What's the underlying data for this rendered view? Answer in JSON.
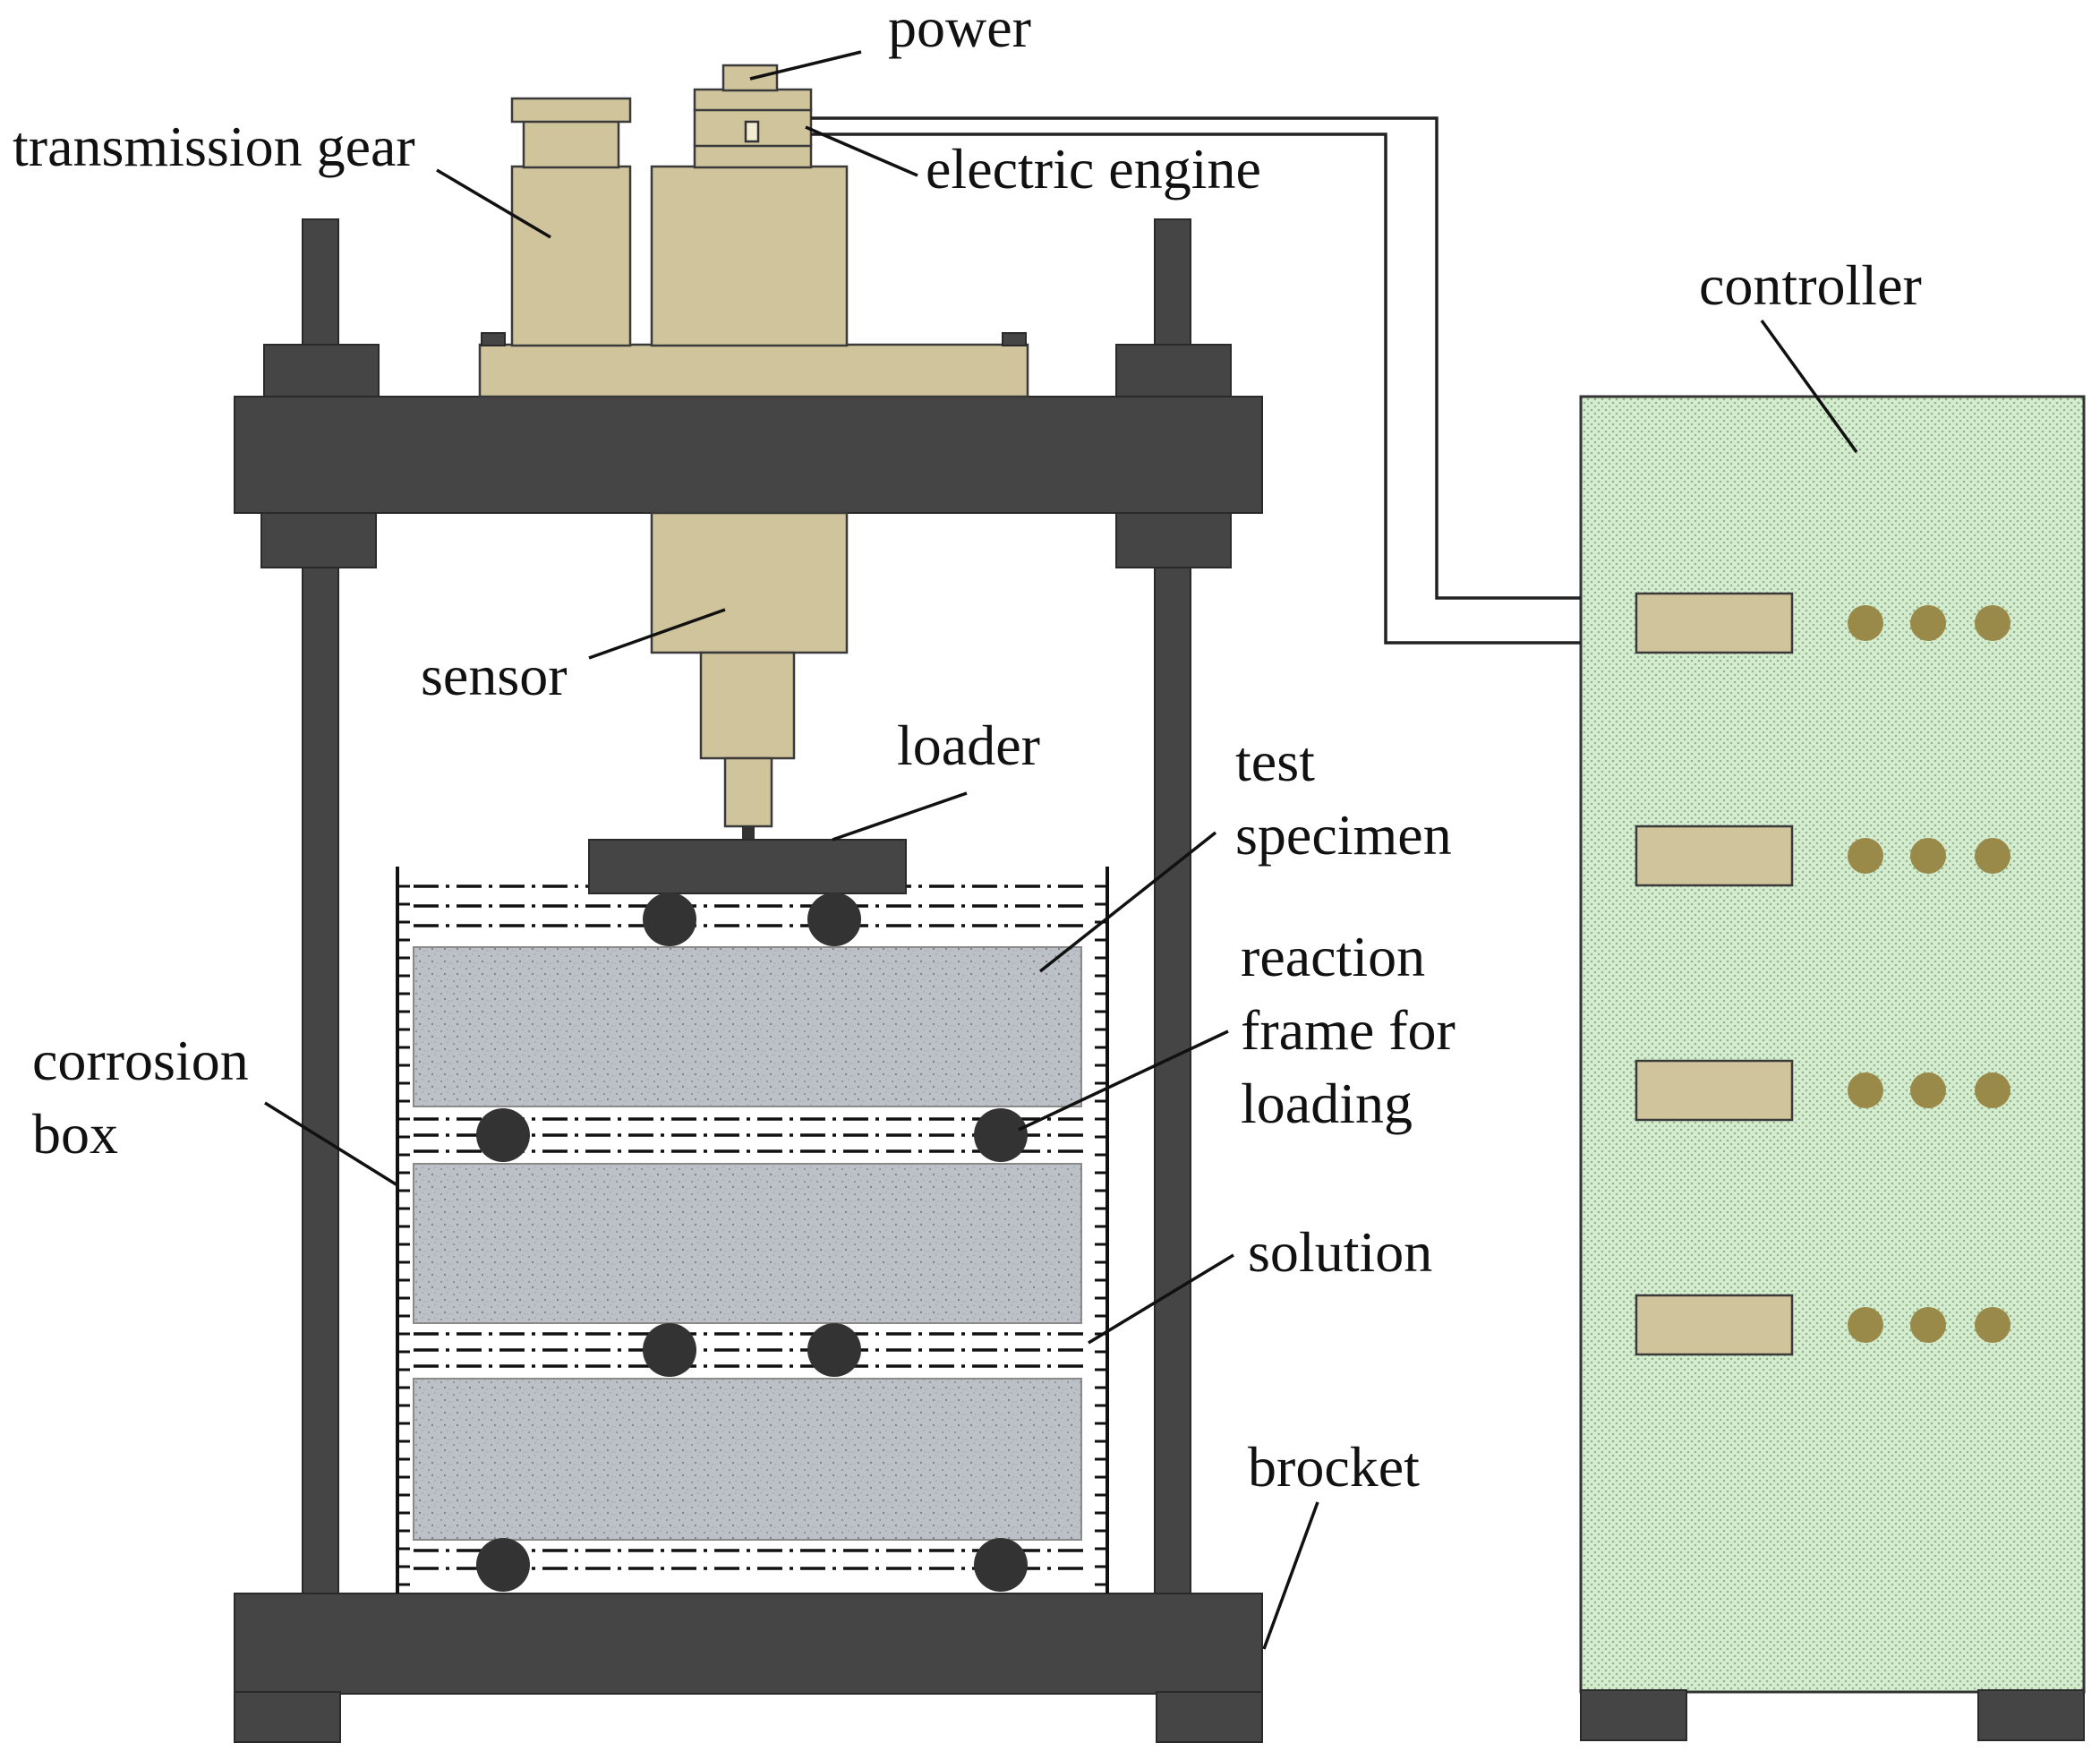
{
  "labels": {
    "power": "power",
    "transmission_gear": "transmission gear",
    "electric_engine": "electric engine",
    "controller": "controller",
    "sensor": "sensor",
    "loader": "loader",
    "test_specimen_line1": "test",
    "test_specimen_line2": "specimen",
    "reaction_frame_line1": "reaction",
    "reaction_frame_line2": "frame for",
    "reaction_frame_line3": "loading",
    "corrosion_box_line1": "corrosion",
    "corrosion_box_line2": "box",
    "solution": "solution",
    "brocket": "brocket"
  },
  "colors": {
    "frame": "#454545",
    "motor_unit": "#cfc49b",
    "controller_body": "#cfe6c8",
    "controller_knob": "#9a8a4a",
    "specimen": "#b9bdc4",
    "roller": "#333333"
  }
}
